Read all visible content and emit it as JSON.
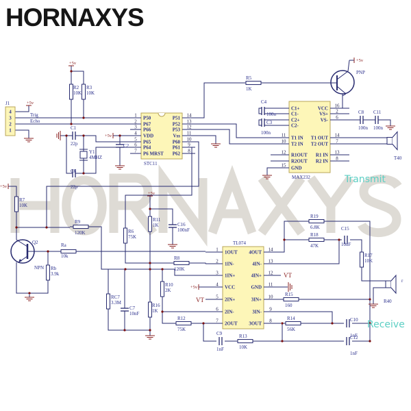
{
  "logo": "HORNAXYS",
  "watermark": "HORNAXYS",
  "labels": {
    "transmit": "Transmit",
    "receive": "Receive"
  },
  "power": {
    "plus5v": "+5v",
    "vt": "VT"
  },
  "j1": {
    "ref": "J1",
    "pins": [
      "4",
      "3",
      "2",
      "1"
    ],
    "trig": "Trig",
    "echo": "Echo"
  },
  "stc11": {
    "name": "STC11",
    "left_pins": [
      {
        "num": "1",
        "name": "P50"
      },
      {
        "num": "2",
        "name": "P67"
      },
      {
        "num": "3",
        "name": "P66"
      },
      {
        "num": "4",
        "name": "VDD"
      },
      {
        "num": "5",
        "name": "P65"
      },
      {
        "num": "6",
        "name": "P64"
      },
      {
        "num": "7",
        "name": "P6 MRST"
      }
    ],
    "right_pins": [
      {
        "num": "14",
        "name": "P51"
      },
      {
        "num": "13",
        "name": "P52"
      },
      {
        "num": "12",
        "name": "P53"
      },
      {
        "num": "11",
        "name": "Vss"
      },
      {
        "num": "10",
        "name": "P60"
      },
      {
        "num": "9",
        "name": "P61"
      },
      {
        "num": "8",
        "name": "P62"
      }
    ]
  },
  "max232": {
    "name": "MAX232",
    "left_pins": [
      {
        "num": "",
        "name": "C1+"
      },
      {
        "num": "",
        "name": "C1-"
      },
      {
        "num": "",
        "name": "C2+"
      },
      {
        "num": "",
        "name": "C2-"
      },
      {
        "num": "11",
        "name": "T1 IN"
      },
      {
        "num": "10",
        "name": "T2 IN"
      },
      {
        "num": "12",
        "name": "R1OUT"
      },
      {
        "num": "",
        "name": "R2OUT"
      },
      {
        "num": "15",
        "name": "GND"
      }
    ],
    "right_pins": [
      {
        "num": "16",
        "name": "VCC"
      },
      {
        "num": "2",
        "name": "VS+"
      },
      {
        "num": "6",
        "name": "VS-"
      },
      {
        "num": "14",
        "name": "T1 OUT"
      },
      {
        "num": "7",
        "name": "T2 OUT"
      },
      {
        "num": "13",
        "name": "R1 IN"
      },
      {
        "num": "8",
        "name": "R2 IN"
      }
    ]
  },
  "tl074": {
    "name": "TL074",
    "left_pins": [
      {
        "num": "1",
        "name": "1OUT"
      },
      {
        "num": "2",
        "name": "1IN-"
      },
      {
        "num": "3",
        "name": "1IN+"
      },
      {
        "num": "4",
        "name": "VCC"
      },
      {
        "num": "5",
        "name": "2IN+"
      },
      {
        "num": "6",
        "name": "2IN-"
      },
      {
        "num": "7",
        "name": "2OUT"
      }
    ],
    "right_pins": [
      {
        "num": "14",
        "name": "4OUT"
      },
      {
        "num": "13",
        "name": "4IN-"
      },
      {
        "num": "12",
        "name": "4IN+"
      },
      {
        "num": "11",
        "name": "GND"
      },
      {
        "num": "10",
        "name": "3IN+"
      },
      {
        "num": "9",
        "name": "3IN-"
      },
      {
        "num": "8",
        "name": "3OUT"
      }
    ]
  },
  "components": {
    "R2": {
      "ref": "R2",
      "value": "10K"
    },
    "R3": {
      "ref": "R3",
      "value": "10K"
    },
    "R5": {
      "ref": "R5",
      "value": "1K"
    },
    "R7": {
      "ref": "R7",
      "value": "10K"
    },
    "R9": {
      "ref": "R9",
      "value": "120K"
    },
    "Ra": {
      "ref": "Ra",
      "value": "10k"
    },
    "Rb": {
      "ref": "Rb",
      "value": "3.9k"
    },
    "R6": {
      "ref": "R6",
      "value": "75K"
    },
    "R11": {
      "ref": "R11",
      "value": "1K"
    },
    "R8": {
      "ref": "R8",
      "value": "120K"
    },
    "R10": {
      "ref": "R10",
      "value": "2K"
    },
    "R16": {
      "ref": "R16",
      "value": "1K"
    },
    "RC7": {
      "ref": "RC7",
      "value": "3.3M"
    },
    "R12": {
      "ref": "R12",
      "value": "75K"
    },
    "R13": {
      "ref": "R13",
      "value": "10K"
    },
    "R14": {
      "ref": "R14",
      "value": "56K"
    },
    "R15": {
      "ref": "R15",
      "value": "160"
    },
    "R18": {
      "ref": "R18",
      "value": "47K"
    },
    "R19": {
      "ref": "R19",
      "value": "6.8K"
    },
    "R17": {
      "ref": "R17",
      "value": "10K"
    },
    "C1": {
      "ref": "C1",
      "value": "22p"
    },
    "C6": {
      "ref": "C6",
      "value": "22p"
    },
    "C2": {
      "ref": "C2",
      "value": ""
    },
    "C16": {
      "ref": "C16",
      "value": "100nF"
    },
    "C7": {
      "ref": "C7",
      "value": "10nF"
    },
    "C4": {
      "ref": "C4",
      "value": "100n"
    },
    "C3": {
      "ref": "C3",
      "value": "100n"
    },
    "C8": {
      "ref": "C8",
      "value": "100n"
    },
    "C11": {
      "ref": "C11",
      "value": "100n"
    },
    "C15": {
      "ref": "C15",
      "value": "10nF"
    },
    "C9": {
      "ref": "C9",
      "value": "1nF"
    },
    "C10": {
      "ref": "C10",
      "value": "1nF"
    },
    "C12": {
      "ref": "C12",
      "value": "1nF"
    },
    "Y1": {
      "ref": "Y1",
      "value": "4MHZ"
    }
  },
  "transistors": {
    "pnp": "PNP",
    "q2": "Q2",
    "npn": "NPN"
  },
  "speakers": {
    "t40": "T40",
    "r40": "R40",
    "r": "r"
  },
  "colors": {
    "wire": "#26296e",
    "ic_fill": "#fdf6b8",
    "label": "#2a2f8c",
    "accent_text": "#5ccfc4",
    "power": "#8a2020"
  }
}
